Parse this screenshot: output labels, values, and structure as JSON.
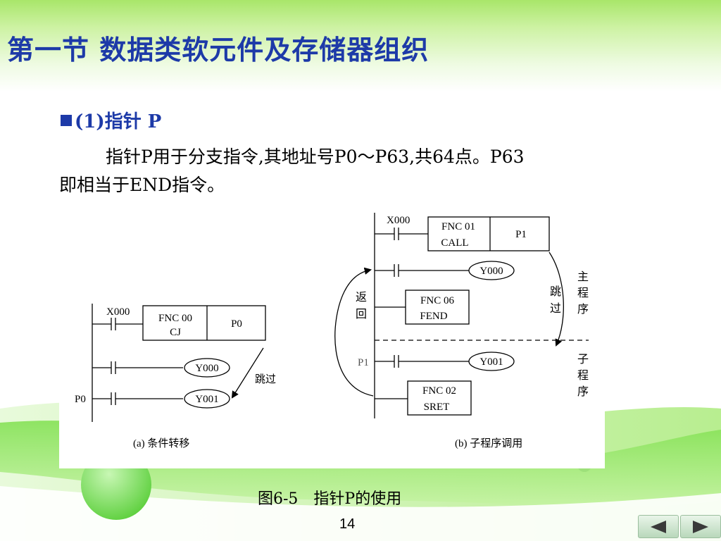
{
  "slide": {
    "title": "第一节 数据类软元件及存储器组织",
    "bullet": "(1)指针 P",
    "para_line1": "指针P用于分支指令,其地址号P0～P63,共64点。P63",
    "para_line2": "即相当于END指令。",
    "caption": "图6-5　指针P的使用",
    "page_number": "14"
  },
  "diagram_a": {
    "x000": "X000",
    "fnc_line1": "FNC  00",
    "fnc_line2": "CJ",
    "pointer": "P0",
    "out1": "Y000",
    "out2": "Y001",
    "p0_label": "P0",
    "skip": "跳过",
    "caption": "(a)  条件转移"
  },
  "diagram_b": {
    "x000": "X000",
    "fnc1_line1": "FNC 01",
    "fnc1_line2": "CALL",
    "pointer": "P1",
    "out1": "Y000",
    "fnc2_line1": "FNC 06",
    "fnc2_line2": "FEND",
    "p1_label": "P1",
    "out2": "Y001",
    "fnc3_line1": "FNC 02",
    "fnc3_line2": "SRET",
    "return_1": "返",
    "return_2": "回",
    "skip_1": "跳",
    "skip_2": "过",
    "main_1": "主",
    "main_2": "程",
    "main_3": "序",
    "sub_1": "子",
    "sub_2": "程",
    "sub_3": "序",
    "caption": "(b)  子程序调用"
  },
  "nav": {
    "prev_icon": "triangle-left-icon",
    "next_icon": "triangle-right-icon"
  },
  "colors": {
    "title_blue": "#1d3aa8",
    "green_light": "#cdf2a3",
    "green_band": "#5fcf3a"
  }
}
